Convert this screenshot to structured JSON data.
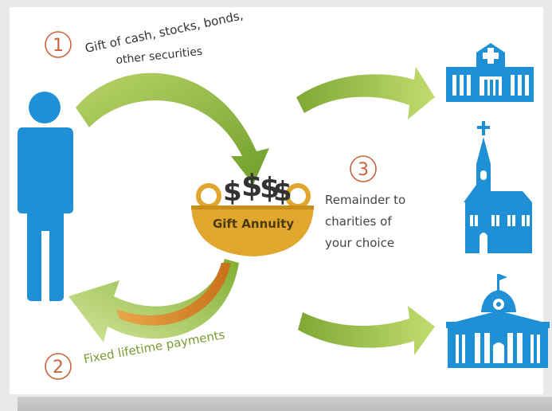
{
  "steps": [
    {
      "number": "1",
      "label_lines": [
        "Gift of cash, stocks, bonds,",
        "other securities"
      ]
    },
    {
      "number": "2",
      "label": "Fixed lifetime payments"
    },
    {
      "number": "3",
      "label_lines": [
        "Remainder to",
        "charities of",
        "your choice"
      ]
    }
  ],
  "basket": {
    "label": "Gift Annuity",
    "symbols": [
      "$",
      "$",
      "$",
      "$"
    ]
  },
  "icons": [
    "person-icon",
    "hospital-icon",
    "church-icon",
    "courthouse-icon"
  ],
  "colors": {
    "arrow_green": "#8fba3c",
    "arrow_green_light": "#c4dc7a",
    "payment_orange": "#d98a1f",
    "basket_gold": "#e0a62e",
    "icon_blue": "#1f8fd6",
    "number_circle": "#c8643c",
    "step2_text": "#7a9a2f"
  }
}
